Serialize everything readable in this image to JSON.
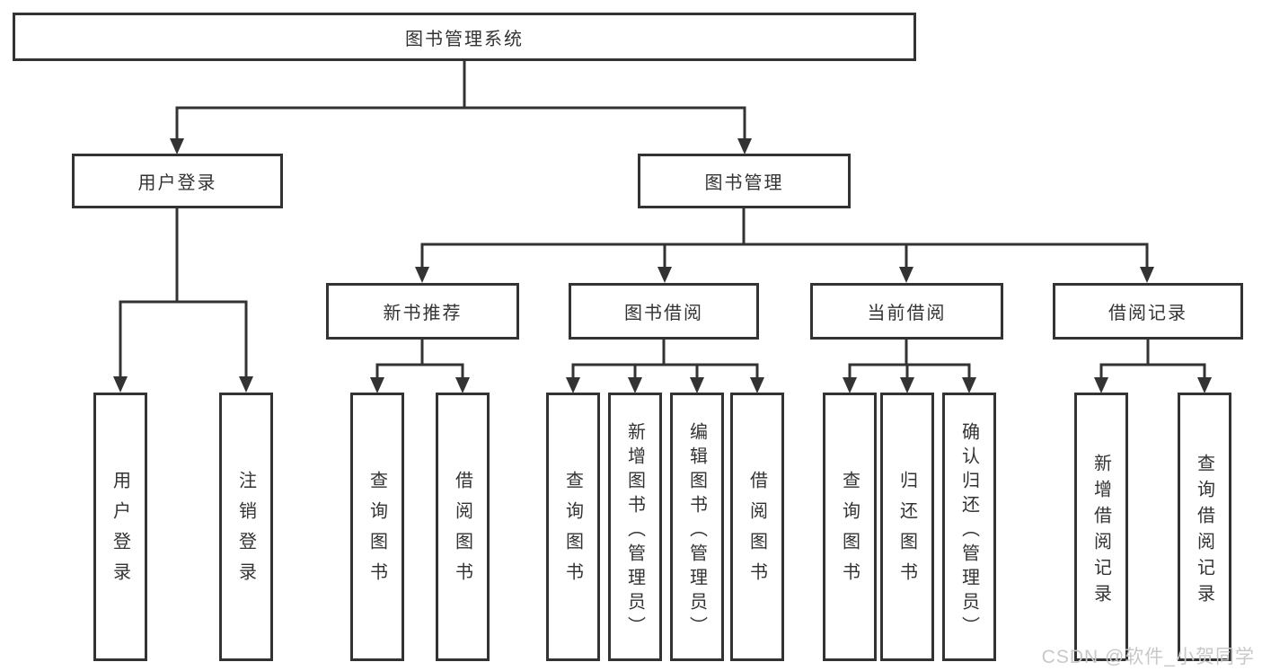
{
  "style": {
    "background": "#ffffff",
    "line_color": "#333333",
    "box_border_color": "#333333",
    "text_color": "#333333",
    "watermark_color": "#c8c8c8"
  },
  "tree": {
    "root": {
      "label": "图书管理系统"
    },
    "branches": [
      {
        "label": "用户登录",
        "children": [
          {
            "label": "用户登录"
          },
          {
            "label": "注销登录"
          }
        ]
      },
      {
        "label": "图书管理",
        "children": [
          {
            "label": "新书推荐",
            "children": [
              {
                "label": "查询图书"
              },
              {
                "label": "借阅图书"
              }
            ]
          },
          {
            "label": "图书借阅",
            "children": [
              {
                "label": "查询图书"
              },
              {
                "label": "新增图书（管理员）"
              },
              {
                "label": "编辑图书（管理员）"
              },
              {
                "label": "借阅图书"
              }
            ]
          },
          {
            "label": "当前借阅",
            "children": [
              {
                "label": "查询图书"
              },
              {
                "label": "归还图书"
              },
              {
                "label": "确认归还（管理员）"
              }
            ]
          },
          {
            "label": "借阅记录",
            "children": [
              {
                "label": "新增借阅记录"
              },
              {
                "label": "查询借阅记录"
              }
            ]
          }
        ]
      }
    ]
  },
  "watermark": {
    "text": "CSDN @软件_小贺同学"
  }
}
